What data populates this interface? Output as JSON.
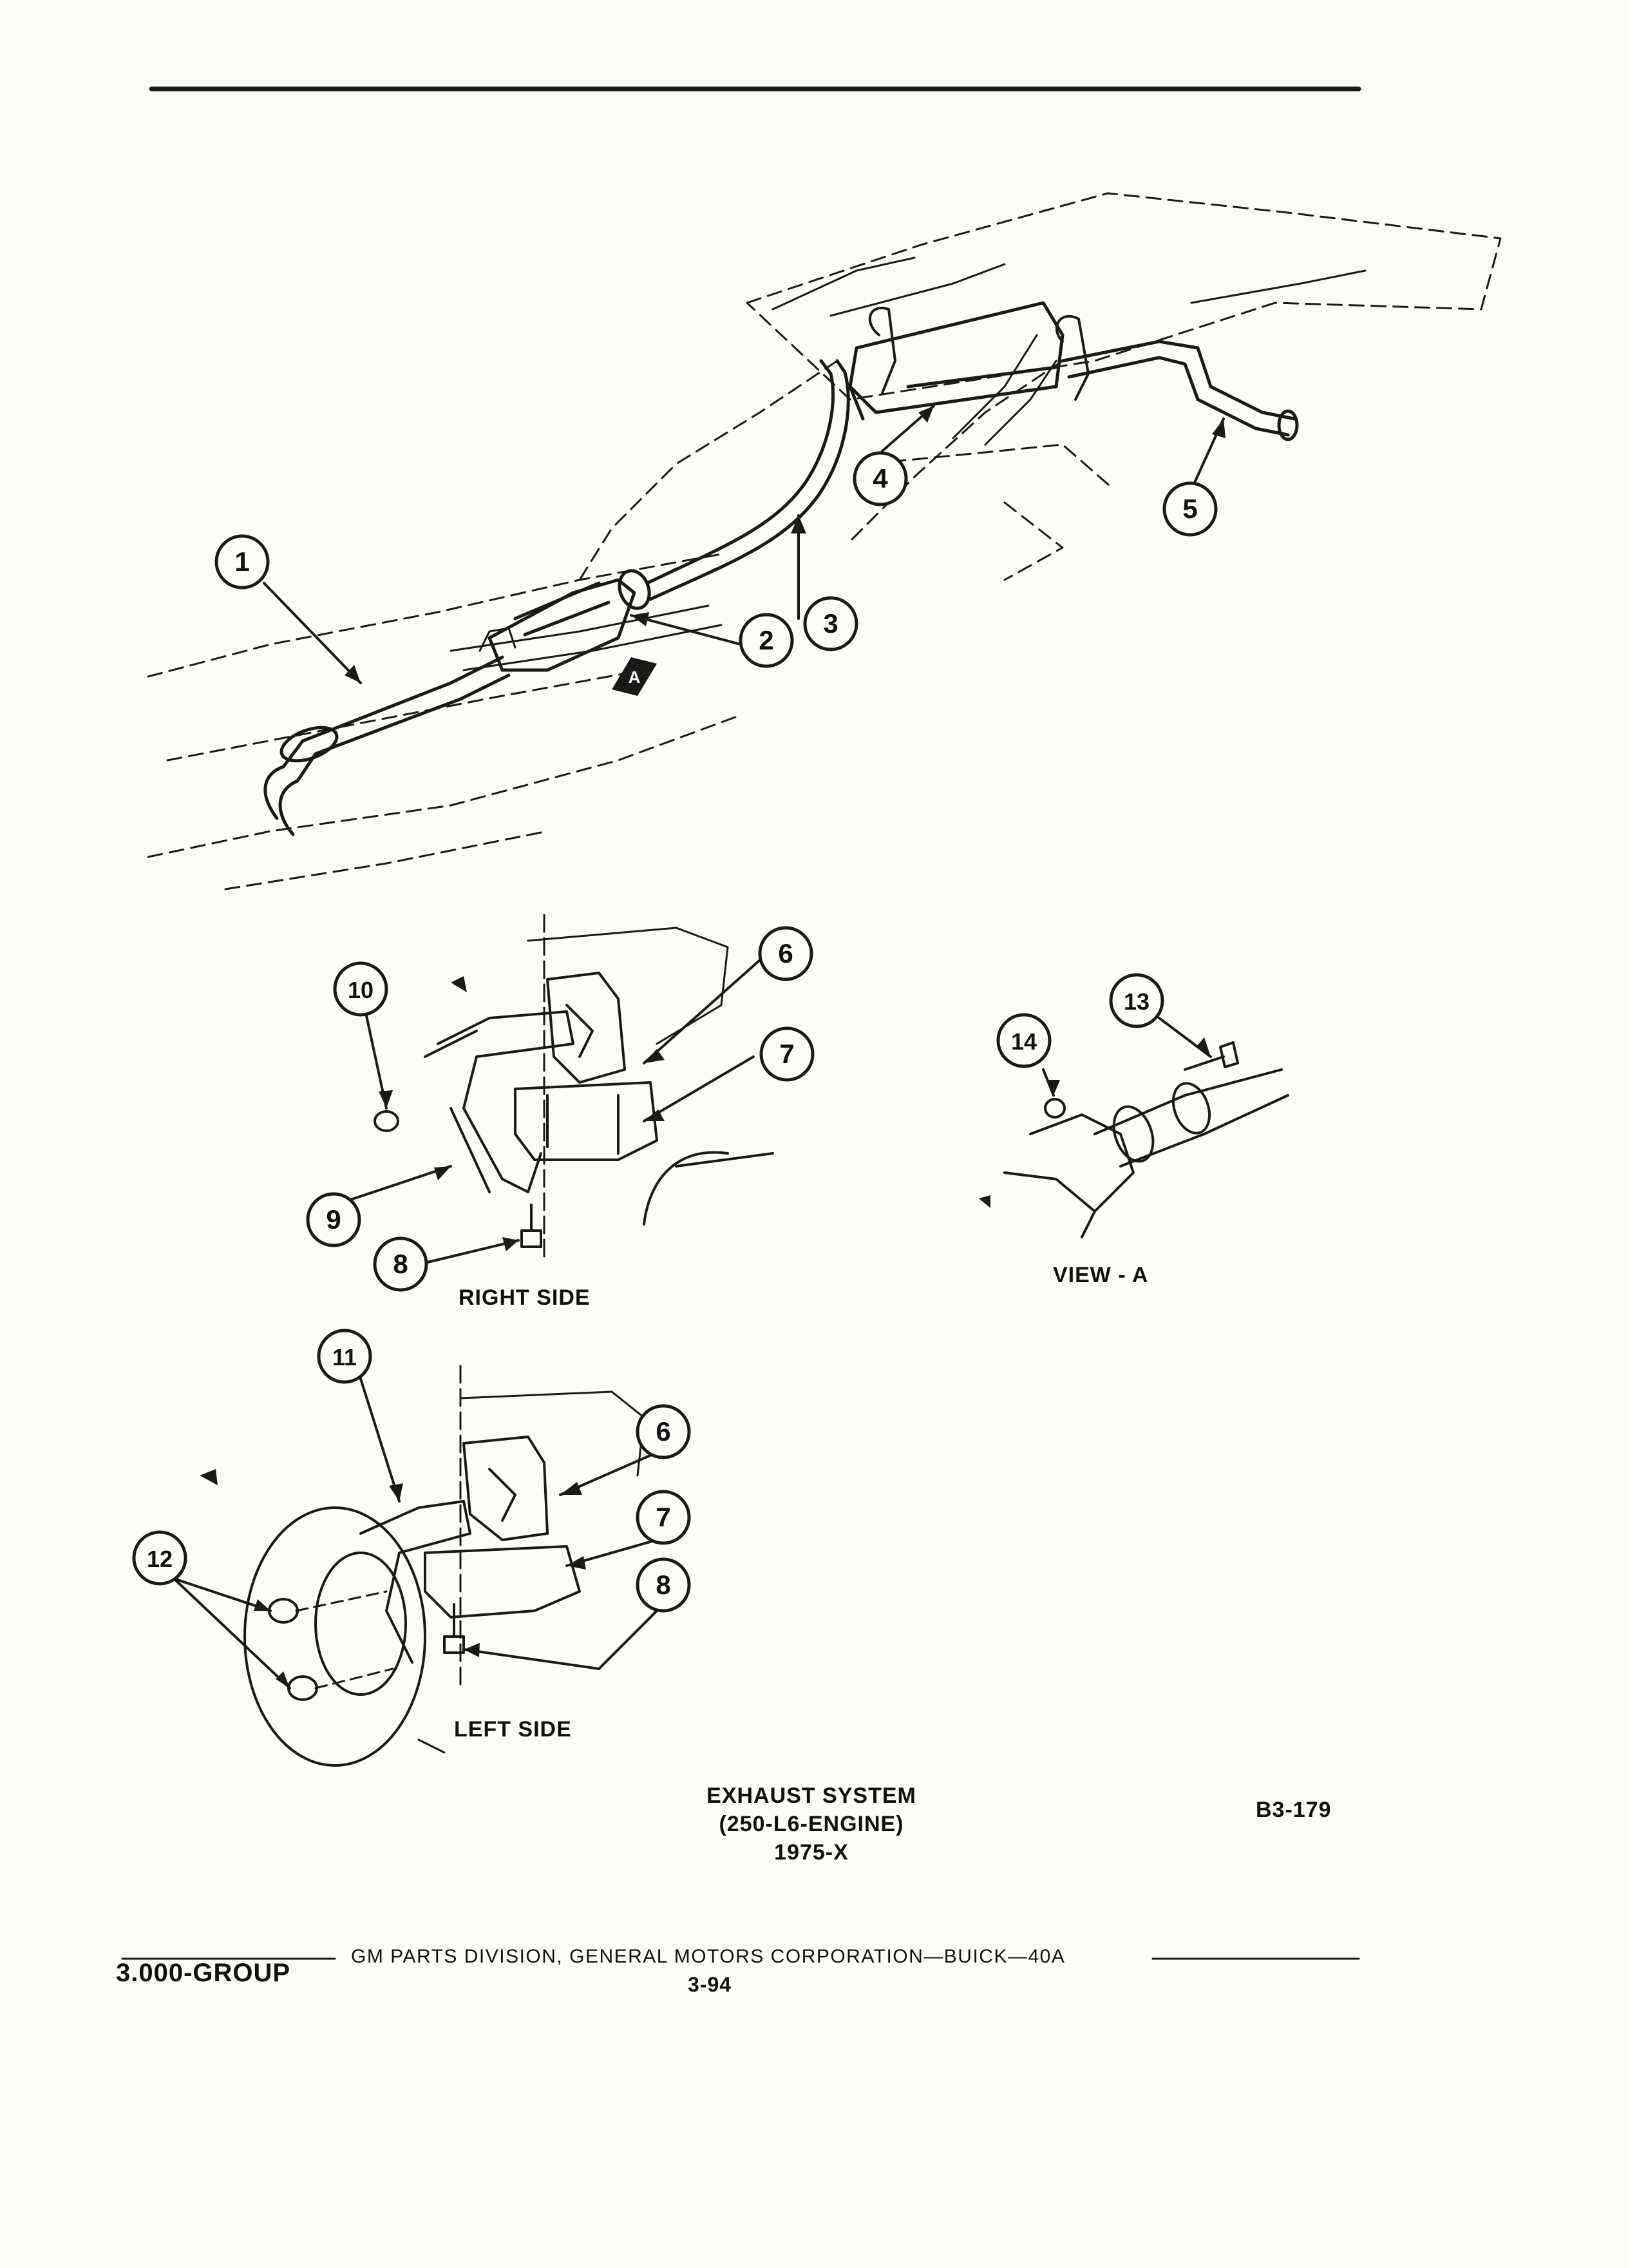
{
  "callouts": [
    "1",
    "2",
    "3",
    "4",
    "5",
    "6",
    "7",
    "8",
    "9",
    "10",
    "11",
    "12",
    "13",
    "14"
  ],
  "view_labels": {
    "right_side": "RIGHT SIDE",
    "left_side": "LEFT SIDE",
    "view_a": "VIEW - A",
    "view_a_marker": "A"
  },
  "caption": {
    "line1": "EXHAUST SYSTEM",
    "line2": "(250-L6-ENGINE)",
    "line3": "1975-X"
  },
  "figure_code": "B3-179",
  "footer": {
    "group": "3.000-GROUP",
    "publisher": "GM PARTS DIVISION, GENERAL MOTORS CORPORATION—BUICK—40A",
    "page": "3-94"
  }
}
